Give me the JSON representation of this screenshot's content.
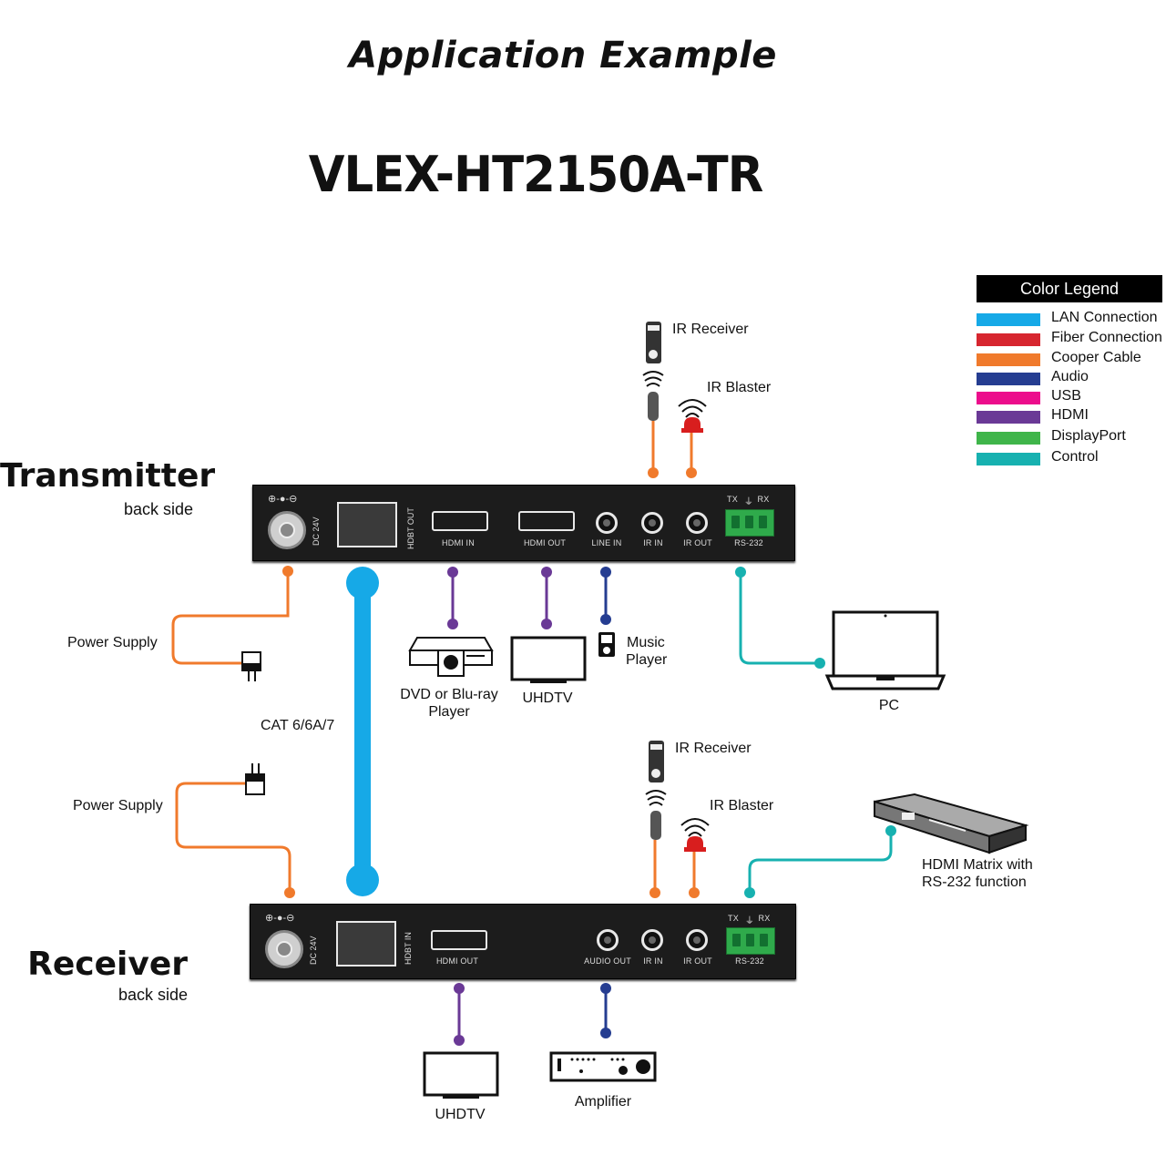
{
  "title": "Application Example",
  "model": "VLEX-HT2150A-TR",
  "transmitter": {
    "title": "Transmitter",
    "subtitle": "back side",
    "ports": {
      "dc": "DC 24V",
      "hdbt": "HDBT OUT",
      "hdmi_in": "HDMI IN",
      "hdmi_out": "HDMI OUT",
      "line_in": "LINE IN",
      "ir_in": "IR IN",
      "ir_out": "IR OUT",
      "rs232": "RS-232",
      "tx": "TX",
      "rx": "RX"
    }
  },
  "receiver": {
    "title": "Receiver",
    "subtitle": "back side",
    "ports": {
      "dc": "DC 24V",
      "hdbt": "HDBT IN",
      "hdmi_out": "HDMI OUT",
      "audio_out": "AUDIO OUT",
      "ir_in": "IR IN",
      "ir_out": "IR OUT",
      "rs232": "RS-232",
      "tx": "TX",
      "rx": "RX"
    }
  },
  "labels": {
    "ir_receiver_tx": "IR Receiver",
    "ir_blaster_tx": "IR Blaster",
    "ir_receiver_rx": "IR Receiver",
    "ir_blaster_rx": "IR Blaster",
    "power_supply_tx": "Power Supply",
    "power_supply_rx": "Power Supply",
    "cable": "CAT 6/6A/7",
    "dvd_line1": "DVD or Blu-ray",
    "dvd_line2": "Player",
    "uhdtv_tx": "UHDTV",
    "music_line1": "Music",
    "music_line2": "Player",
    "pc": "PC",
    "matrix_line1": "HDMI Matrix with",
    "matrix_line2": "RS-232 function",
    "uhdtv_rx": "UHDTV",
    "amplifier": "Amplifier"
  },
  "legend": {
    "title": "Color Legend",
    "items": [
      {
        "label": "LAN Connection",
        "color": "#16a9e7"
      },
      {
        "label": "Fiber Connection",
        "color": "#d7262f"
      },
      {
        "label": "Cooper Cable",
        "color": "#f07a2c"
      },
      {
        "label": "Audio",
        "color": "#253d91"
      },
      {
        "label": "USB",
        "color": "#ec0d8c"
      },
      {
        "label": "HDMI",
        "color": "#6a3996"
      },
      {
        "label": "DisplayPort",
        "color": "#3fb54a"
      },
      {
        "label": "Control",
        "color": "#17b1b0"
      }
    ]
  }
}
